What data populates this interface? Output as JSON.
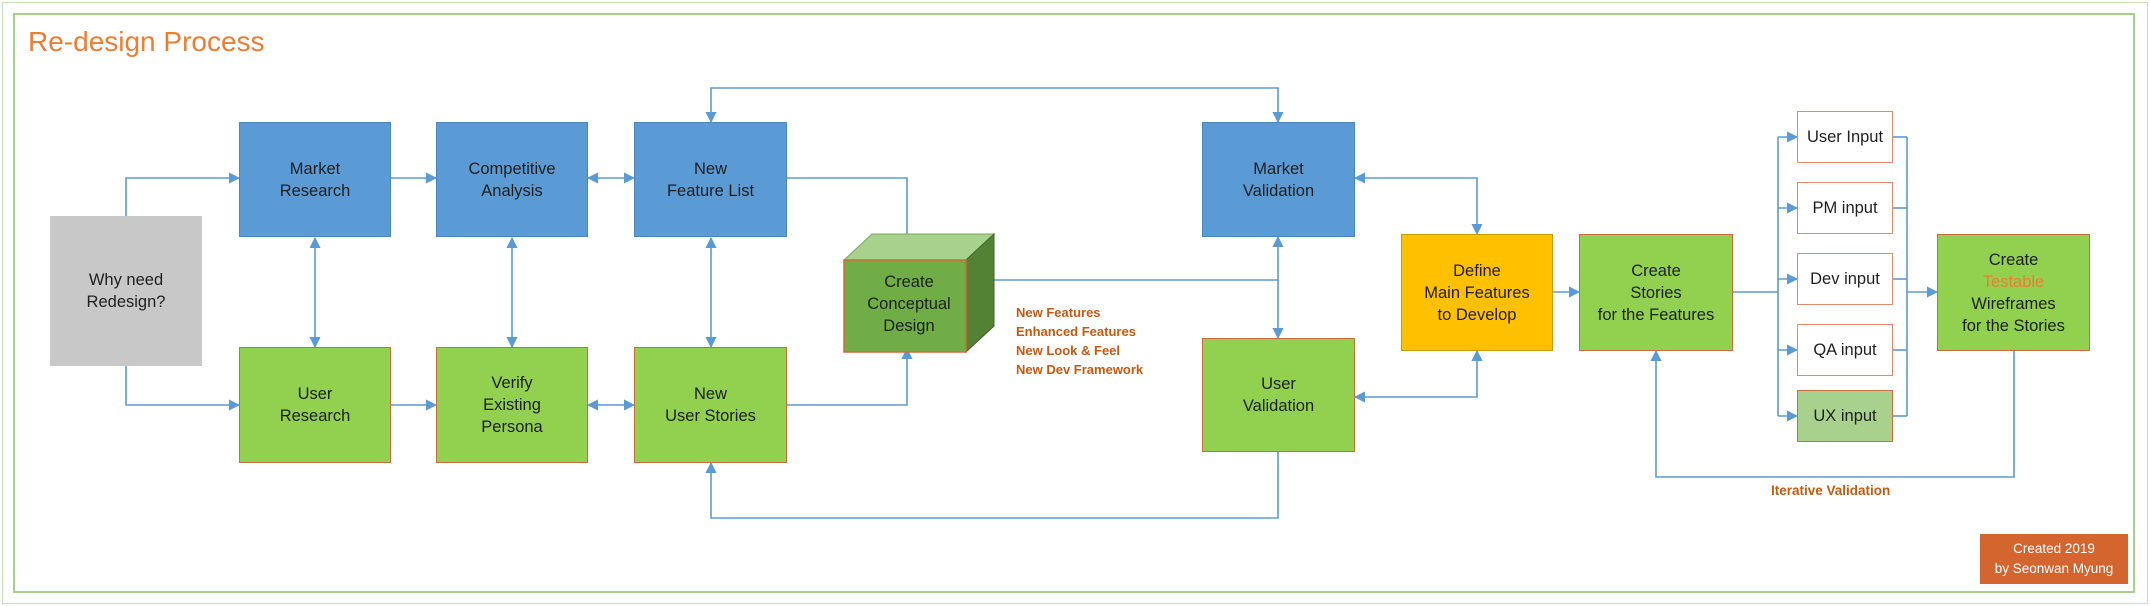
{
  "title": "Re-design Process",
  "boxes": {
    "why": "Why need\nRedesign?",
    "market_research": "Market\nResearch",
    "competitive_analysis": "Competitive\nAnalysis",
    "new_feature_list": "New\nFeature List",
    "user_research": "User\nResearch",
    "verify_persona": "Verify\nExisting\nPersona",
    "new_user_stories": "New\nUser Stories",
    "conceptual_design": "Create\nConceptual\nDesign",
    "market_validation": "Market\nValidation",
    "user_validation": "User\nValidation",
    "define_features": "Define\nMain Features\nto Develop",
    "create_stories": "Create\nStories\nfor the Features",
    "wireframes_line1": "Create",
    "wireframes_testable": "Testable",
    "wireframes_line3": "Wireframes\nfor the Stories"
  },
  "inputs": [
    "User Input",
    "PM input",
    "Dev input",
    "QA input",
    "UX input"
  ],
  "notes": [
    "New Features",
    "Enhanced Features",
    "New Look & Feel",
    "New Dev Framework"
  ],
  "iterative_label": "Iterative Validation",
  "credit": {
    "line1": "Created 2019",
    "line2": "by Seonwan Myung"
  },
  "colors": {
    "blue": "#5b9bd5",
    "green": "#92d050",
    "gold": "#ffc000",
    "accent": "#ed7d31",
    "line": "#5b9bd5"
  }
}
